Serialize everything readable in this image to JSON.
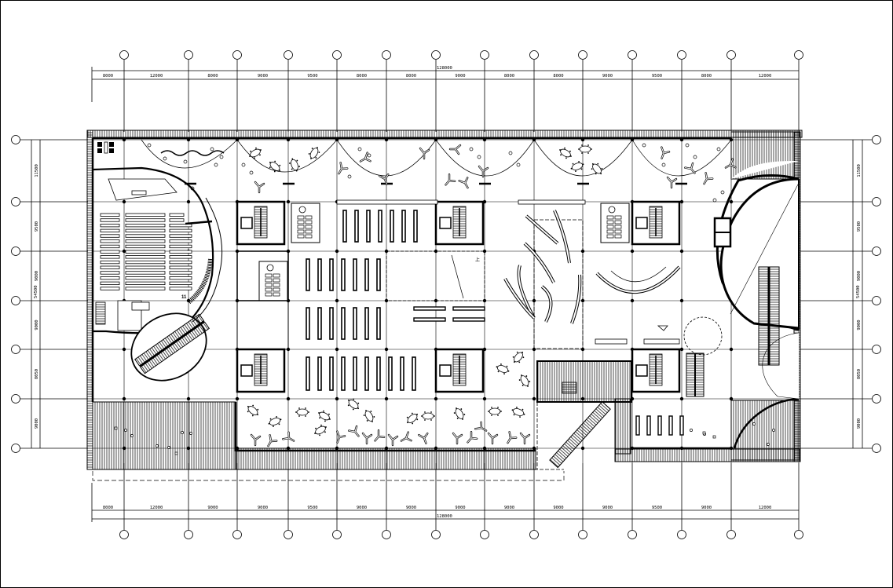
{
  "drawing": {
    "type": "architectural floor plan",
    "overall_width_label": "128000",
    "overall_depth_label": "54500"
  },
  "grid": {
    "columns_x": [
      158,
      240,
      302,
      367,
      429,
      492,
      555,
      617,
      680,
      742,
      805,
      868,
      931,
      1017
    ],
    "rows_y": [
      178,
      257,
      320,
      383,
      445,
      508,
      571
    ]
  },
  "dimensions": {
    "top": [
      "8000",
      "12000",
      "8000",
      "9000",
      "9500",
      "8000",
      "8000",
      "9000",
      "8000",
      "8000",
      "9000",
      "9500",
      "8000",
      "12000"
    ],
    "bottom": [
      "8000",
      "12000",
      "9000",
      "9000",
      "9500",
      "9000",
      "9000",
      "9000",
      "9000",
      "9000",
      "9000",
      "9500",
      "9000",
      "12000"
    ],
    "left": [
      "11500",
      "9500",
      "9000",
      "9000",
      "8050",
      "9000"
    ],
    "right": [
      "11500",
      "9500",
      "9000",
      "9000",
      "8050",
      "9000"
    ],
    "top_total": "128000",
    "bottom_total": "128000",
    "left_total": "54500",
    "right_total": "54500"
  },
  "annotations": {
    "auditorium_label": "11",
    "stair_up_marker": "上"
  },
  "colors": {
    "line": "#000000",
    "background": "#ffffff"
  }
}
